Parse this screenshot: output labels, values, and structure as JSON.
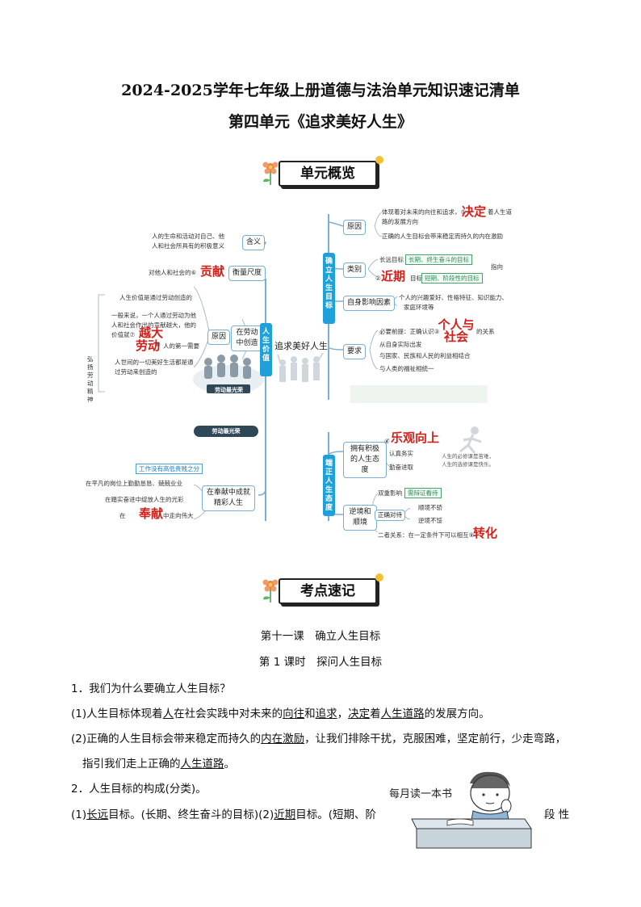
{
  "header": {
    "title_line1": "2024-2025学年七年级上册道德与法治单元知识速记清单",
    "title_line2": "第四单元《追求美好人生》"
  },
  "section1": {
    "label": "单元概览"
  },
  "mindmap": {
    "center": "追求美好人生",
    "left_branch": "人生价值",
    "right_top_branch": "确立人生目标",
    "right_bottom_branch": "端正人生态度",
    "n_meaning": "含义",
    "n_meaning_text1": "人的生命和活动对自己、他",
    "n_meaning_text2": "人和社会所具有的积极意义",
    "n_measure": "衡量尺度",
    "n_measure_text": "对他人和社会的⑥",
    "n_measure_red": "贡献",
    "n_labor": "在劳动中创造",
    "n_reason": "原因",
    "labor_t1": "人生价值是通过劳动创造的",
    "labor_t2": "一般来说，一个人通过劳动为他",
    "labor_t3": "人和社会作出的贡献越大，他的",
    "labor_t4": "价值就⑦",
    "labor_red1": "越大",
    "labor_red2": "劳动",
    "labor_t5": "⑧",
    "labor_t6": "人的第一需要",
    "labor_t7": "人世间的一切美好生活都是通",
    "labor_t8": "过劳动来创造的",
    "labor_banner": "劳动最光荣",
    "labor_banner2": "劳动最光荣",
    "vertical_left": "弘扬劳动精神",
    "n_dedicate": "在奉献中成就精彩人生",
    "dedicate_green": "工作没有高低贵贱之分",
    "dedicate_t1": "在平凡的岗位上勤勤恳恳、兢兢业业",
    "dedicate_t2": "在踏实奋进中绽放人生的光彩",
    "dedicate_t3": "在",
    "dedicate_red": "奉献",
    "dedicate_t4": "中走向伟大",
    "n_cause": "原因",
    "cause_t1": "体现着对未来的向往和追求，⑤",
    "cause_red": "决定",
    "cause_t2": "着人生道",
    "cause_t3": "路的发展方向",
    "cause_t4": "正确的人生目标会带来稳定而持久的内在激励",
    "n_type": "类别",
    "type_t1": "长远目标",
    "type_green1": "长期、终生奋斗的目标",
    "type_arrow": "指向",
    "type_red": "近期",
    "type_circled": "②",
    "type_t2": "目标",
    "type_green2": "短期、阶段性的目标",
    "n_self": "自身影响因素",
    "self_t1": "个人的兴趣爱好、性格特征、知识能力、",
    "self_t2": "家庭环境等",
    "n_require": "要求",
    "req_t1": "必要前提：正确认识③",
    "req_red": "个人与社会",
    "req_t2": "的关系",
    "req_t3": "从自身实际出发",
    "req_t4": "与国家、民族和人民的利益相结合",
    "req_t5": "与人类的福祉相统一",
    "n_positive": "拥有积极的人生态度",
    "pos_t0": "④",
    "pos_red": "乐观向上",
    "pos_t1": "认真务实",
    "pos_t2": "勤奋进取",
    "pos_t3": "人生的必修课是苦难，",
    "pos_t4": "人生的选修课是快乐。",
    "n_adversity": "逆境和顺境",
    "adv_t1": "双重影响",
    "adv_blue": "需辩证看待",
    "n_treat": "正确对待",
    "adv_t2": "顺境不骄",
    "adv_t3": "逆境不馁",
    "adv_t4": "二者关系：在一定条件下可以相互⑨",
    "adv_red": "转化"
  },
  "section2": {
    "label": "考点速记"
  },
  "content": {
    "lesson": "第十一课　确立人生目标",
    "period": "第 1 课时　探问人生目标",
    "q1": "1．我们为什么要确立人生目标？",
    "q1_a1_pre": "(1)人生目标体现着",
    "q1_a1_u1": "人",
    "q1_a1_mid1": "在社会实践中对未来的",
    "q1_a1_u2": "向往",
    "q1_a1_mid2": "和",
    "q1_a1_u3": "追求",
    "q1_a1_mid3": "，",
    "q1_a1_u4": "决定",
    "q1_a1_mid4": "着",
    "q1_a1_u5": "人生道路",
    "q1_a1_end": "的发展方向。",
    "q1_a2_pre": "(2)正确的人生目标会带来稳定而持久的",
    "q1_a2_u1": "内在激励",
    "q1_a2_end": "，让我们排除干扰，克服困难，坚定前行，少走弯路，",
    "q1_a2_line2_pre": "指引我们走上正确的",
    "q1_a2_u2": "人生道路",
    "q1_a2_line2_end": "。",
    "q2": "2．人生目标的构成(分类)。",
    "q2_a1_pre": "(1)",
    "q2_a1_u1": "长远",
    "q2_a1_mid1": "目标。(长期、终生奋斗的目标)(2)",
    "q2_a1_u2": "近期",
    "q2_a1_mid2": "目标。(短期、阶",
    "q2_a1_end": "段 性",
    "illus_caption": "每月读一本书"
  }
}
